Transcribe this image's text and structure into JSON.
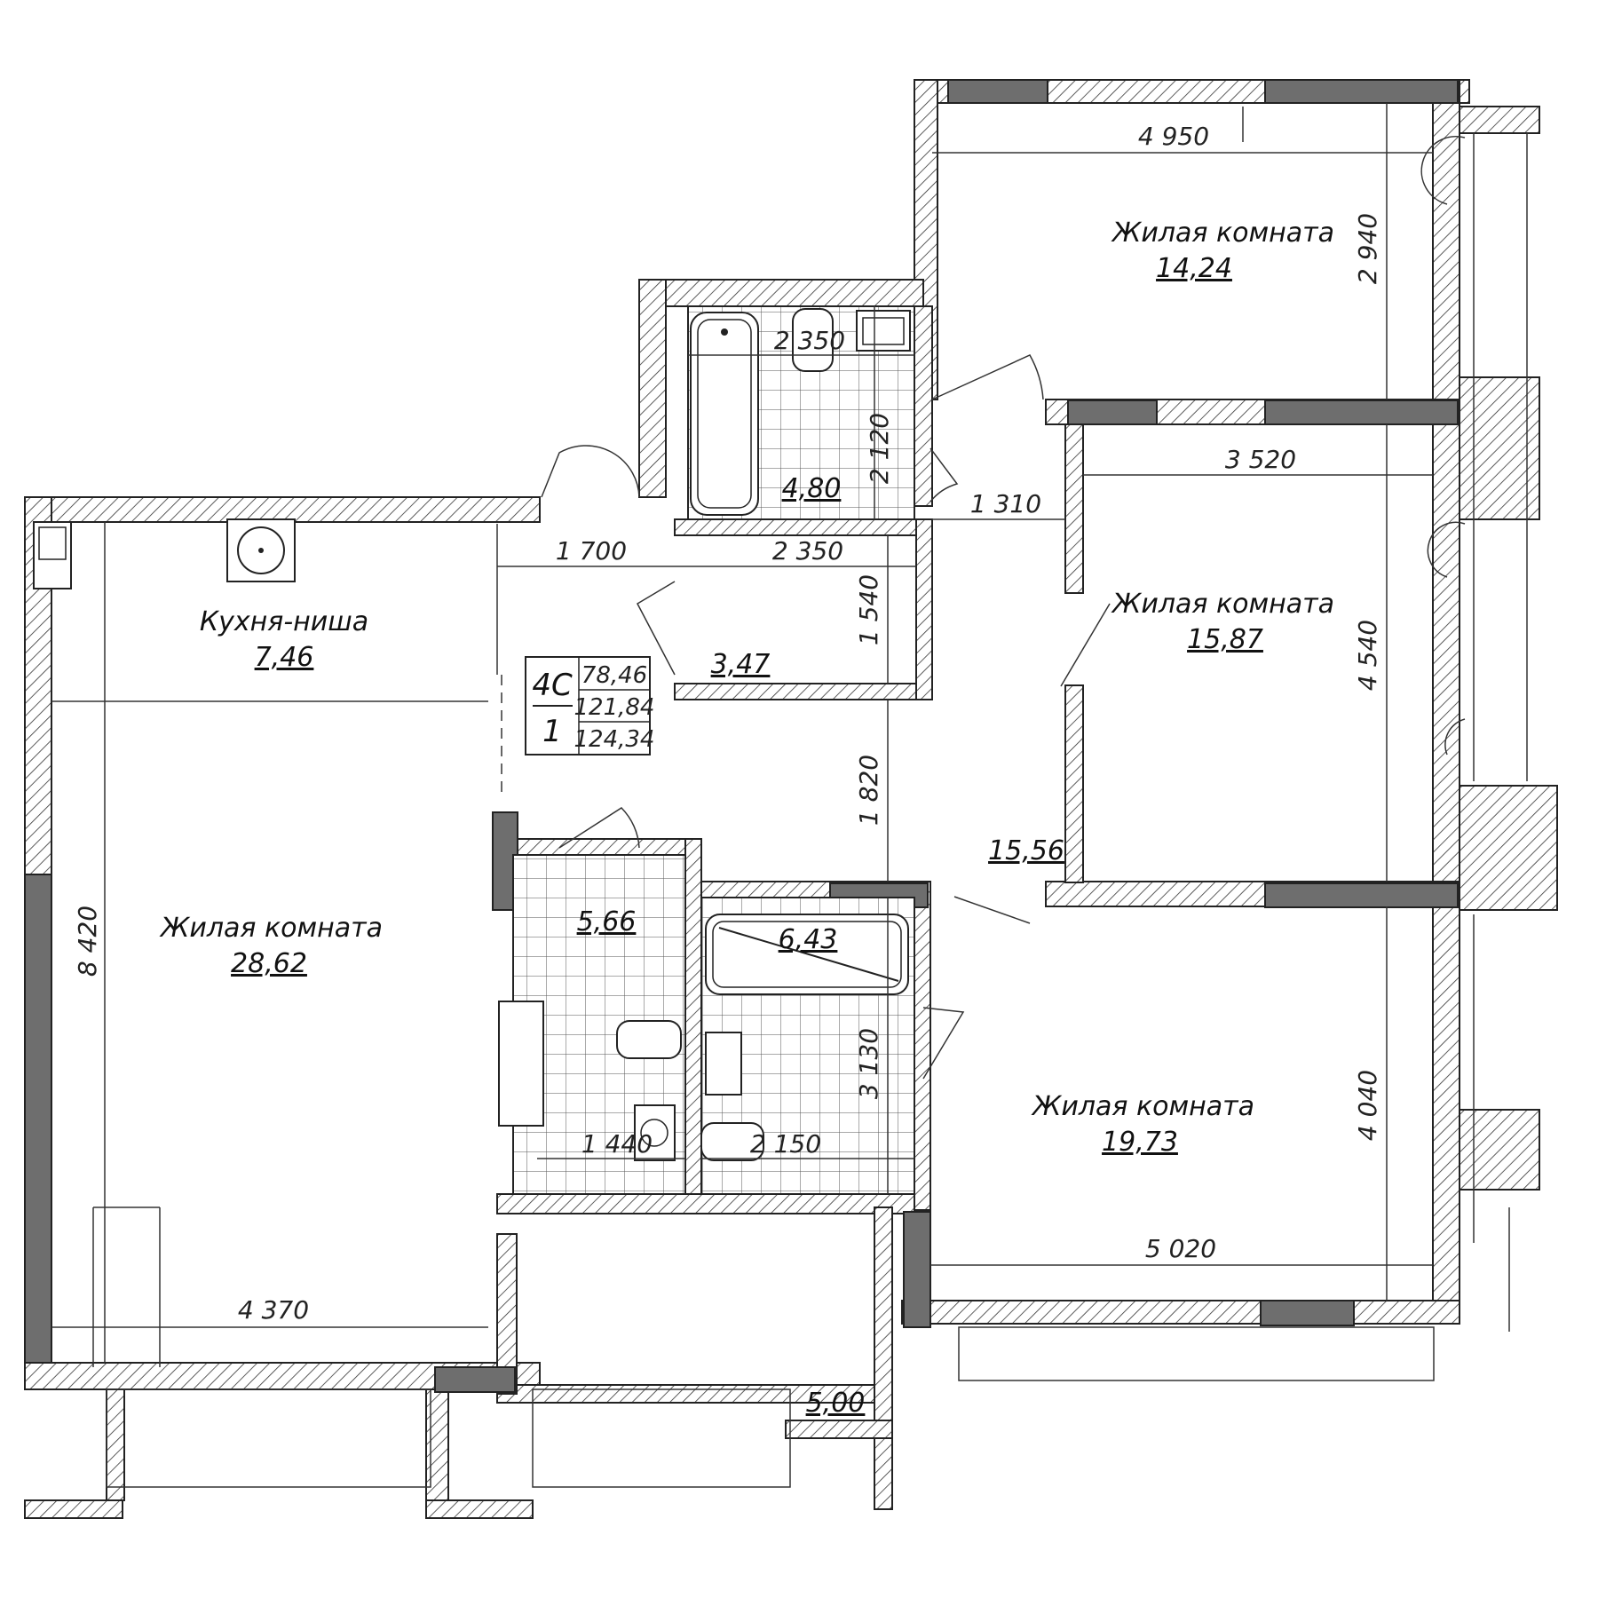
{
  "plan": {
    "apartment": {
      "type": "4С",
      "floor": "1",
      "area_living": "78,46",
      "area_total": "121,84",
      "area_with_balcony": "124,34"
    },
    "rooms": [
      {
        "id": "living-top",
        "name": "Жилая комната",
        "area": "14,24"
      },
      {
        "id": "living-mid",
        "name": "Жилая комната",
        "area": "15,87"
      },
      {
        "id": "living-bottom",
        "name": "Жилая комната",
        "area": "19,73"
      },
      {
        "id": "living-large",
        "name": "Жилая комната",
        "area": "28,62"
      },
      {
        "id": "kitchen",
        "name": "Кухня-ниша",
        "area": "7,46"
      },
      {
        "id": "bath-top",
        "name": "",
        "area": "4,80"
      },
      {
        "id": "closet",
        "name": "",
        "area": "3,47"
      },
      {
        "id": "hall",
        "name": "",
        "area": "15,56"
      },
      {
        "id": "wc-left",
        "name": "",
        "area": "5,66"
      },
      {
        "id": "bath-bottom",
        "name": "",
        "area": "6,43"
      },
      {
        "id": "balcony",
        "name": "",
        "area": "5,00"
      }
    ],
    "dimensions": {
      "d4950": "4 950",
      "d2940": "2 940",
      "d3520": "3 520",
      "d4540": "4 540",
      "d4040": "4 040",
      "d5020": "5 020",
      "d2350a": "2 350",
      "d2120": "2 120",
      "d1310": "1 310",
      "d1700": "1 700",
      "d2350b": "2 350",
      "d1540": "1 540",
      "d1820": "1 820",
      "d3130": "3 130",
      "d1440": "1 440",
      "d2150": "2 150",
      "d8420": "8 420",
      "d4370": "4 370"
    }
  }
}
